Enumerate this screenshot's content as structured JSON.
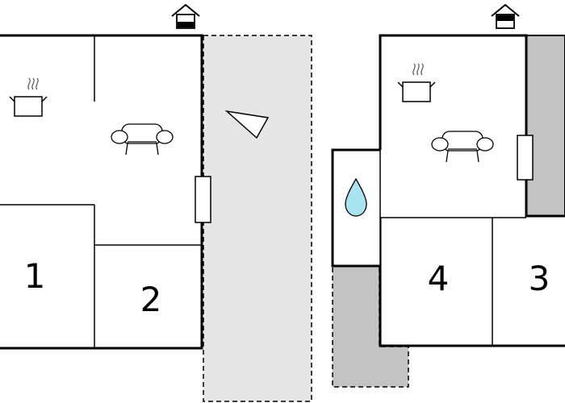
{
  "rooms": [
    {
      "id": "bedroom-1",
      "number": "1"
    },
    {
      "id": "bedroom-2",
      "number": "2"
    },
    {
      "id": "bedroom-3",
      "number": "3"
    },
    {
      "id": "bedroom-4",
      "number": "4"
    }
  ],
  "icons": {
    "entrance": "house-entrance-icon",
    "kitchen": "cooking-pot-icon",
    "living": "sofa-icon",
    "bathroom": "water-drop-icon",
    "window": "window-icon",
    "terrace": "terrace-outline",
    "sun": "sun-direction-icon"
  },
  "colors": {
    "wall": "#000000",
    "terrace": "#e6e6e6",
    "outdoor_dark": "#c3c3c3",
    "water": "#a8e4f0",
    "background": "#ffffff"
  }
}
